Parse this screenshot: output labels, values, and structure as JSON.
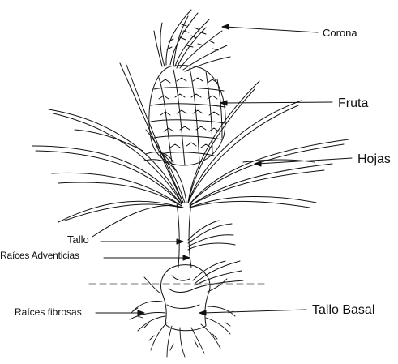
{
  "labels": {
    "corona": "Corona",
    "fruta": "Fruta",
    "hojas": "Hojas",
    "tallo": "Tallo",
    "raices_adventicias": "Raíces Adventicias",
    "raices_fibrosas": "Raíces fibrosas",
    "tallo_basal": "Tallo Basal"
  },
  "colors": {
    "ink": "#111111",
    "background": "#ffffff",
    "ground_line": "#777777"
  }
}
